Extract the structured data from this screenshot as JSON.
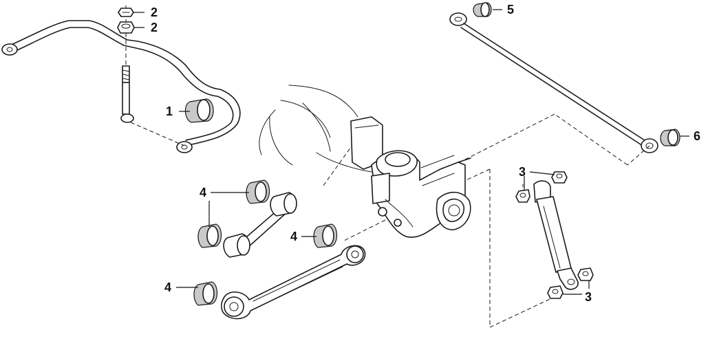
{
  "callouts": {
    "c1": "1",
    "c2a": "2",
    "c2b": "2",
    "c3a": "3",
    "c3b": "3",
    "c4a": "4",
    "c4b": "4",
    "c4c": "4",
    "c5": "5",
    "c6": "6"
  }
}
